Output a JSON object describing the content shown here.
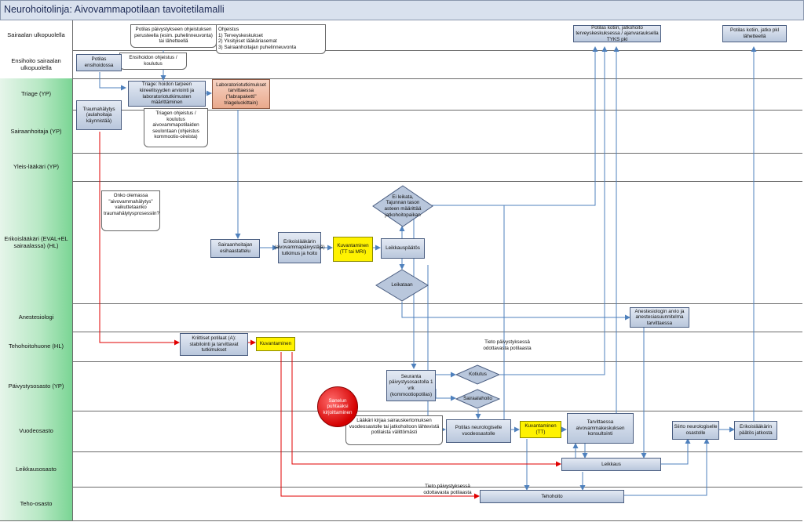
{
  "title": "Neurohoitolinja: Aivovammapotilaan tavoitetilamalli",
  "lanes": [
    "Sairaalan ulkopuolella",
    "Ensihoito sairaalan ulkopuolella",
    "Triage (YP)",
    "Sairaanhoitaja (YP)",
    "Yleis-lääkäri (YP)",
    "Erikoislääkäri (EVAL+EL sairaalassa) (HL)",
    "Anestesiologi",
    "Tehohoitohuone (HL)",
    "Päivystysosasto (YP)",
    "Vuodeosasto",
    "Leikkausosasto",
    "Teho-osasto"
  ],
  "notes": {
    "ohjeistus_paivystys": "Potilas päivystykseen ohjeistuksen perusteella (esim. puhelinneuvonta) tai lähetteellä",
    "ohjeistus_list": "Ohjeistus\n1) Terveyskeskukset\n2) Yksityiset lääkäriasemat\n3) Sairaanhoitajan puhelinneuvonta",
    "ensihoidon_ohjeistus": "Ensihoidon ohjeistus / koulutus",
    "triagen_ohjeistus": "Triagen ohjeistus / koulutus aivovammapotilaiden seulontaan (ohjeistus kommootio-oireista)",
    "onko_olemassa": "Onko olemassa \"aivovammahälytys\" vaikuttetaanko traumahälytysprosessiin?",
    "laakari_kirjaa": "Lääkäri kirjaa sairauskertomuksen vuodeosastolle tai jatkohoitoon lähtevistä potilaista välittömästi"
  },
  "boxes": {
    "potilas_kotiin_tk": "Potilas kotiin, jatkohoito terveyskeskuksessa / ajanvarauksella TYKS pkl",
    "potilas_kotiin_pkl": "Potilas kotiin, jatko pkl lähetteellä",
    "potilas_ensihoidossa": "Potilas ensihoidossa",
    "triage": "Triage: hoidon tarpeen kiireellisyyden arviointi ja laboratoriotutkimusten määrittäminen",
    "laboratoriotutkimukset": "Laboratoriotutkimukset tarvittaessa (\"labrapaketti\" triageluokittain)",
    "traumahalytys": "Traumahälytys (aulahoitaja käynnistää)",
    "sairaanhoitajan_esihaastattelu": "Sairaanhoitajan esihaastattelu",
    "erikoislaakarin_tutkimus": "Erikoislääkärin (aivovammapäivystäjä) tutkimus ja hoito",
    "kuvantaminen_tt_mri": "Kuvantaminen (TT tai MRI)",
    "leikkauspaatos": "Leikkauspäätös",
    "anestesiologin_arvio": "Anestesiologin arvio ja anestesiasuunnitelma tarvittaessa",
    "kriittiset_potilaat": "Kriittiset potilaat (A): stabilointi ja tarvittavat tutkimukset",
    "kuvantaminen_teho": "Kuvantaminen",
    "seuranta": "Seuranta päivystysosastolla 1 vrk (kommootiopotilas)",
    "potilas_neurologiselle": "Potilas neurologiselle vuodeosastolle",
    "kuvantaminen_tt": "Kuvantaminen (TT)",
    "tarvittaessa_konsultointi": "Tarvittaessa aivovammakeskuksen konsultointi",
    "siirto_neurologiselle": "Siirto neurologiselle osastolle",
    "erikoislaakarin_paatos": "Erikoislääkärin päätös jatkosta",
    "leikkaus": "Leikkaus",
    "tehohoito": "Tehohoito"
  },
  "decisions": {
    "ei_leikata": "Ei leikata, Tajunnan tason asteen määrittää jatkohoitopaikan",
    "leikataan": "Leikataan",
    "kotiutus": "Kotiutus",
    "sairaalahoito": "Sairaalahoito"
  },
  "circle": "Sanelun puhtaaksi kirjoittaminen",
  "free_texts": {
    "tieto_paivystys_1": "Tieto päivystyksessä odottavasta potilaasta",
    "tieto_paivystys_2": "Tieto päivystyksessä odottavasta potilaasta"
  },
  "colors": {
    "lane_green": "#7ad594",
    "box_blue": "#b9c7dc",
    "yellow": "#fff200",
    "orange": "#e9a98c",
    "red_arrow": "#e00000",
    "blue_arrow": "#4f81bd"
  }
}
